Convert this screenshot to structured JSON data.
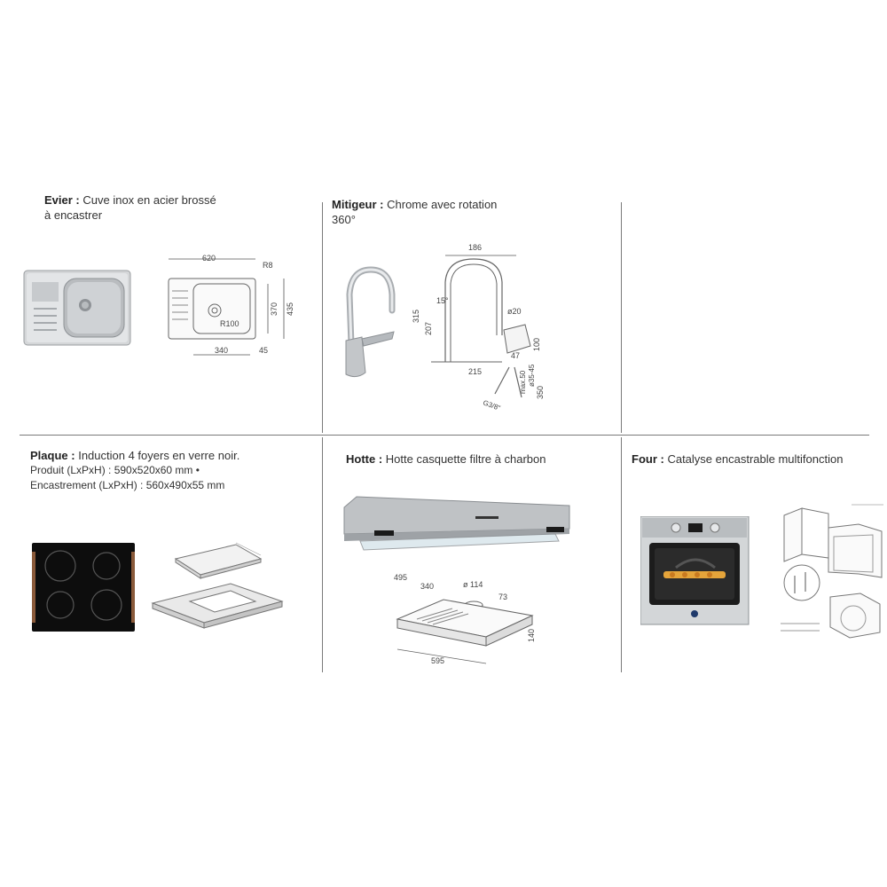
{
  "evier": {
    "label": "Evier :",
    "desc_line1": "Cuve inox en acier brossé",
    "desc_line2": "à encastrer",
    "dims": {
      "width": "620",
      "radius_corner": "R8",
      "height_inner": "370",
      "height_outer": "435",
      "radius_bowl": "R100",
      "bowl_width": "340",
      "offset": "45"
    }
  },
  "mitigeur": {
    "label": "Mitigeur :",
    "desc_line1": "Chrome avec rotation",
    "desc_line2": "360°",
    "dims": {
      "reach": "186",
      "angle": "15°",
      "total_height": "315",
      "spout_height": "207",
      "pipe": "ø20",
      "body": "100",
      "base": "47",
      "hole": "ø35-45",
      "max_thickness": "max.50",
      "hose": "350",
      "depth": "215",
      "thread": "G3/8\""
    }
  },
  "plaque": {
    "label": "Plaque :",
    "desc_line1": "Induction 4 foyers en verre noir.",
    "desc_line2": "Produit (LxPxH) : 590x520x60 mm •",
    "desc_line3": "Encastrement (LxPxH) : 560x490x55 mm"
  },
  "hotte": {
    "label": "Hotte :",
    "desc": "Hotte casquette filtre à charbon",
    "dims": {
      "depth": "495",
      "depth_inner": "340",
      "duct": "ø 114",
      "offset": "73",
      "height": "140",
      "width": "595"
    }
  },
  "four": {
    "label": "Four :",
    "desc": "Catalyse encastrable multifonction"
  },
  "colors": {
    "divider": "#7a7a7a",
    "steel": "#c9ccce",
    "glass": "#0d0d0d",
    "accent": "#f0a020"
  }
}
